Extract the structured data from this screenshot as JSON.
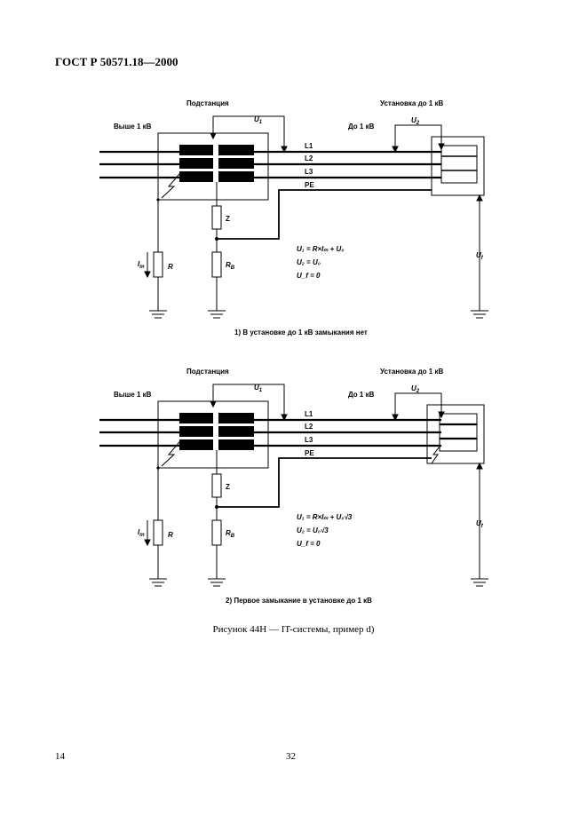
{
  "header": {
    "doc_code": "ГОСТ Р 50571.18—2000"
  },
  "diagrams": [
    {
      "title_substation": "Подстанция",
      "title_installation": "Установка до 1 кВ",
      "label_above": "Выше 1 кВ",
      "label_upto": "До 1 кВ",
      "lines": [
        "L1",
        "L2",
        "L3",
        "PE"
      ],
      "u1": "U",
      "u1_sub": "1",
      "u2": "U",
      "u2_sub": "2",
      "uf": "U",
      "uf_sub": "f",
      "z": "Z",
      "r": "R",
      "rb": "R",
      "rb_sub": "B",
      "im": "I",
      "im_sub": "m",
      "eq1": "U₁ = R×Iₘ + U₀",
      "eq2": "U₂ = U₀",
      "eq3": "U_f = 0",
      "caption": "1) В установке до 1 кВ замыкания нет"
    },
    {
      "title_substation": "Подстанция",
      "title_installation": "Установка до 1 кВ",
      "label_above": "Выше 1 кВ",
      "label_upto": "До 1 кВ",
      "lines": [
        "L1",
        "L2",
        "L3",
        "PE"
      ],
      "u1": "U",
      "u1_sub": "1",
      "u2": "U",
      "u2_sub": "2",
      "uf": "U",
      "uf_sub": "f",
      "z": "Z",
      "r": "R",
      "rb": "R",
      "rb_sub": "B",
      "im": "I",
      "im_sub": "m",
      "eq1": "U₁ = R×Iₘ + U₀√3",
      "eq2": "U₂ = U₀√3",
      "eq3": "U_f = 0",
      "caption": "2) Первое замыкание в установке до 1 кВ"
    }
  ],
  "figure_caption": "Рисунок 44Н — IT-системы, пример d)",
  "footer": {
    "page_left": "14",
    "page_center": "32"
  }
}
